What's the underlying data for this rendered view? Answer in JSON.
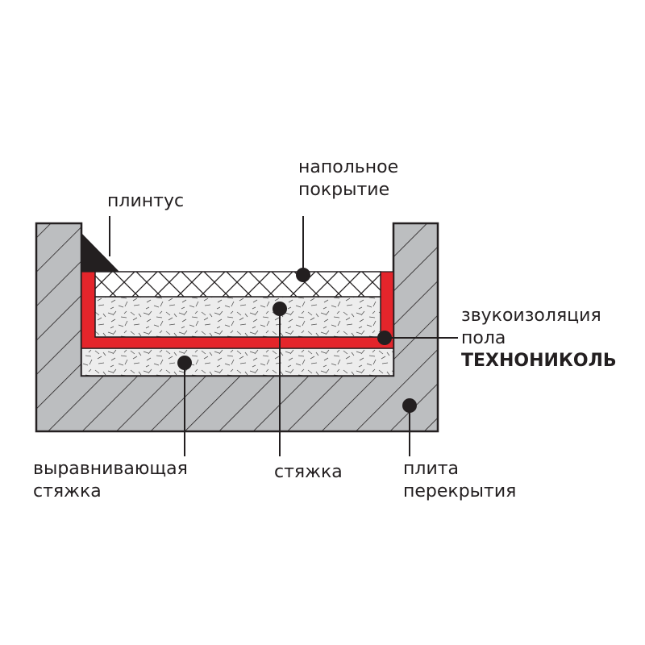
{
  "labels": {
    "plinth": "плинтус",
    "floor_covering": [
      "напольное",
      "покрытие"
    ],
    "soundproofing": [
      "звукоизоляция",
      "пола",
      "ТЕХНОНИКОЛЬ"
    ],
    "leveling_screed": [
      "выравнивающая",
      "стяжка"
    ],
    "screed": "стяжка",
    "floor_slab": [
      "плита",
      "перекрытия"
    ]
  },
  "colors": {
    "slab": "#bcbec0",
    "outline": "#231f20",
    "membrane": "#e4252b",
    "cover": "#ffffff",
    "screed": "#ececec",
    "leader": "#231f20"
  }
}
